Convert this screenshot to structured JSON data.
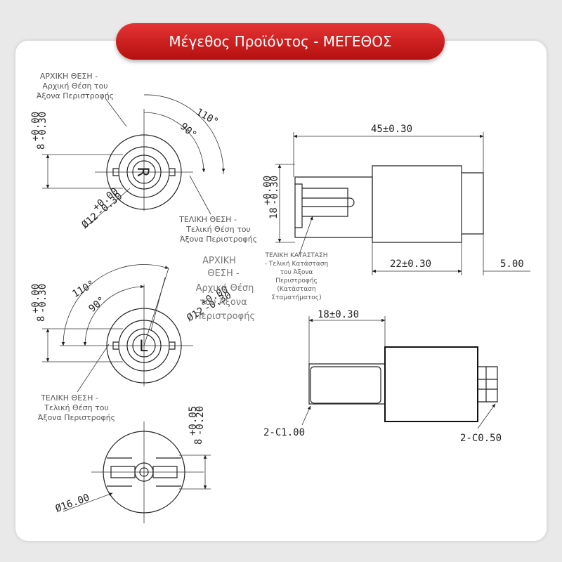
{
  "title": "Μέγεθος Προϊόντος - ΜΕΓΕΘΟΣ",
  "view1": {
    "start_note": [
      "ΑΡΧΙΚΗ ΘΕΣΗ -",
      "Αρχική Θέση του",
      "Άξονα Περιστροφής"
    ],
    "end_note": [
      "ΤΕΛΙΚΗ ΘΕΣΗ -",
      "Τελική Θέση του",
      "Άξονα Περιστροφής"
    ],
    "angle_outer": "110°",
    "angle_inner": "90°",
    "height_dim": "8",
    "height_tol_upper": "+0.00",
    "height_tol_lower": "-0.30",
    "diameter_dim": "Ø12",
    "diameter_tol_upper": "+0.00",
    "diameter_tol_lower": "-0.30",
    "letter": "R"
  },
  "view2": {
    "start_note": [
      "ΑΡΧΙΚΗ",
      "ΘΕΣΗ -",
      "Αρχική Θέση",
      "του Άξονα",
      "Περιστροφής"
    ],
    "end_note": [
      "ΤΕΛΙΚΗ ΘΕΣΗ -",
      "Τελική Θέση του",
      "Άξονα Περιστροφής"
    ],
    "angle_outer": "110°",
    "angle_inner": "90°",
    "height_dim": "8",
    "height_tol_upper": "+0.00",
    "height_tol_lower": "-0.30",
    "diameter_dim": "Ø12",
    "diameter_tol_upper": "+0.00",
    "diameter_tol_lower": "-0.30",
    "letter": "L"
  },
  "view3": {
    "height_dim": "8",
    "height_tol_upper": "+0.05",
    "height_tol_lower": "-0.20",
    "diameter_dim": "Ø16.00"
  },
  "side_view": {
    "length_total": "45±0.30",
    "length_body": "22±0.30",
    "length_end": "5.00",
    "shaft_height": "18",
    "shaft_tol_upper": "+0.00",
    "shaft_tol_lower": "-0.30",
    "stop_note": [
      "ΤΕΛΙΚΗ ΚΑΤΑΣΤΑΣΗ",
      "- Τελική Κατάσταση",
      "του Άξονα",
      "Περιστροφής",
      "(Κατάσταση",
      "Σταματήματος)"
    ]
  },
  "bottom_side_view": {
    "length_shaft": "18±0.30",
    "chamfer_left": "2-C1.00",
    "chamfer_right": "2-C0.50"
  }
}
